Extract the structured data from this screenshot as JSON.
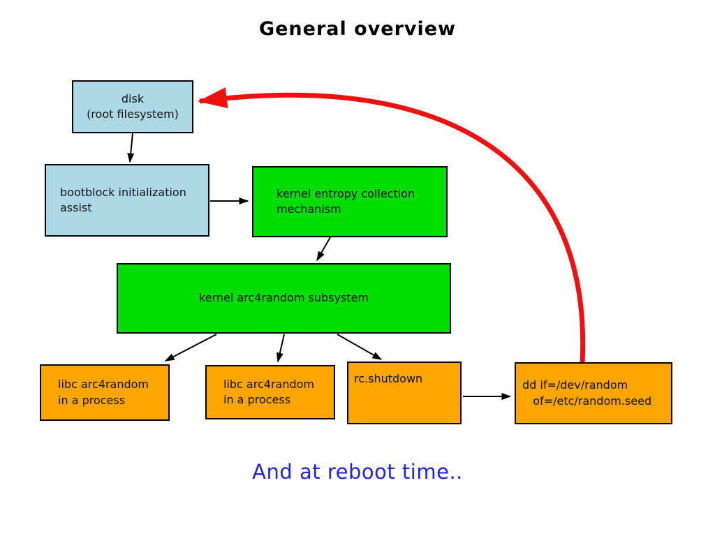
{
  "title": {
    "text": "General overview"
  },
  "footer": {
    "text": "And at reboot time..",
    "color": "#2222dd"
  },
  "colors": {
    "background": "#ffffff",
    "box_blue": "#add8e6",
    "box_green": "#00dd00",
    "box_orange": "#ffa500",
    "box_border": "#000000",
    "arrow_black": "#000000",
    "arrow_red": "#ee1111",
    "title_text": "#000000",
    "box_text": "#111111"
  },
  "boxes": {
    "disk": {
      "label": "disk\n(root filesystem)"
    },
    "bootblock": {
      "label": "bootblock initialization\nassist"
    },
    "entropy": {
      "label": "kernel entropy collection\nmechanism"
    },
    "arc4": {
      "label": "kernel arc4random subsystem"
    },
    "libc1": {
      "label": "libc arc4random\nin a process"
    },
    "libc2": {
      "label": "libc arc4random\nin a process"
    },
    "rcshutdown": {
      "label": "rc.shutdown"
    },
    "dd": {
      "label": "dd if=/dev/random\n   of=/etc/random.seed"
    }
  },
  "connections": [
    {
      "from": "disk",
      "to": "bootblock",
      "style": "black"
    },
    {
      "from": "bootblock",
      "to": "entropy",
      "style": "black"
    },
    {
      "from": "entropy",
      "to": "arc4",
      "style": "black"
    },
    {
      "from": "arc4",
      "to": "libc1",
      "style": "black"
    },
    {
      "from": "arc4",
      "to": "libc2",
      "style": "black"
    },
    {
      "from": "arc4",
      "to": "rcshutdown",
      "style": "black"
    },
    {
      "from": "rcshutdown",
      "to": "dd",
      "style": "black"
    },
    {
      "from": "dd",
      "to": "disk",
      "style": "red-curve"
    }
  ]
}
